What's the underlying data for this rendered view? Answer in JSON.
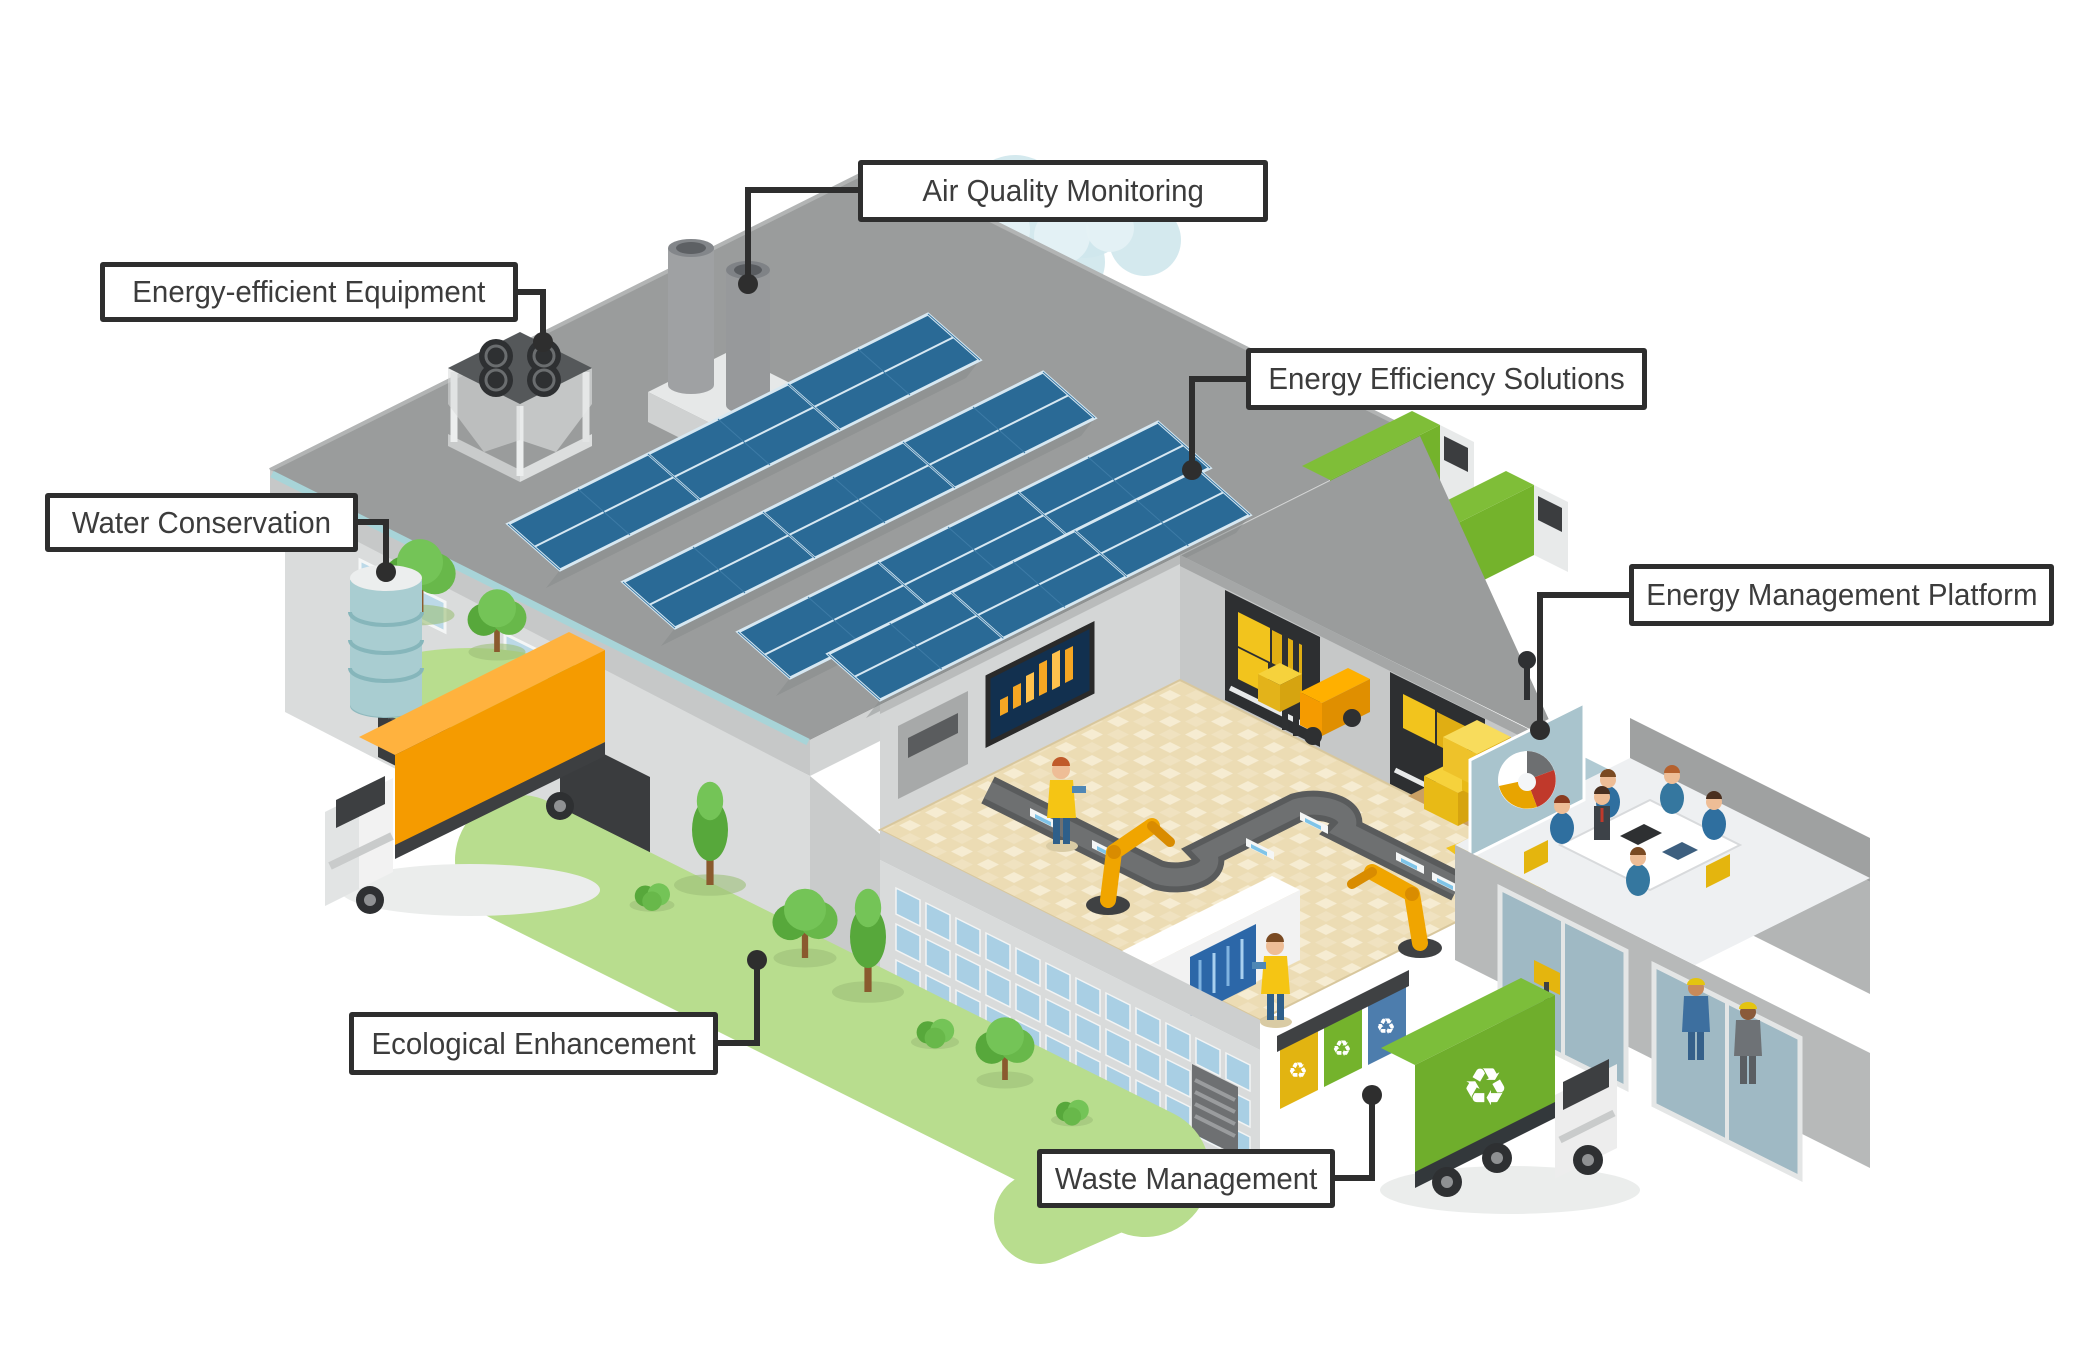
{
  "figure": {
    "type": "isometric-infographic",
    "subject": "Green smart factory with sustainability features"
  },
  "labels": [
    {
      "id": "air-quality-monitoring",
      "text": "Air Quality Monitoring"
    },
    {
      "id": "energy-efficient-equipment",
      "text": "Energy-efficient Equipment"
    },
    {
      "id": "water-conservation",
      "text": "Water Conservation"
    },
    {
      "id": "energy-efficiency-solutions",
      "text": "Energy Efficiency Solutions"
    },
    {
      "id": "energy-management-platform",
      "text": "Energy Management Platform"
    },
    {
      "id": "ecological-enhancement",
      "text": "Ecological Enhancement"
    },
    {
      "id": "waste-management",
      "text": "Waste Management"
    }
  ],
  "icons": [
    {
      "name": "recycle-icon",
      "glyph": "♻"
    }
  ],
  "colors": {
    "label_border": "#2e2e2e",
    "label_text": "#3c3c3c",
    "roof_gray": "#9a9c9c",
    "wall_light": "#dadcdc",
    "wall_front": "#d9dbdb",
    "wall_dark": "#b5b7b7",
    "teal_trim": "#a8d4d8",
    "solar_panel_blue": "#2a6a96",
    "window_blue": "#a9cfe4",
    "lawn_green": "#b8dd8e",
    "tree_green": "#5fae3e",
    "floor_beige": "#ecdcb4",
    "robot_orange": "#f0a500",
    "box_yellow": "#f2c41d",
    "truck_orange": "#f59b00",
    "eco_green": "#74b32c",
    "bin_yellow": "#e2b411",
    "bin_blue": "#4d7dad",
    "smoke_blue": "#cfe7ec",
    "screen_navy": "#12304f",
    "chart_orange": "#f5a623",
    "pie_red": "#c0392b",
    "pie_yellow": "#e8a400",
    "pie_gray": "#6d6f71"
  }
}
